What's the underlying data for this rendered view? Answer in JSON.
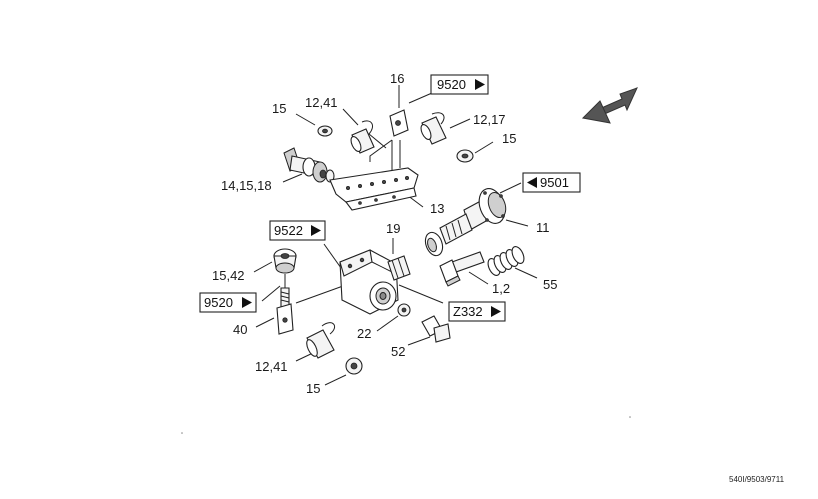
{
  "callouts": [
    {
      "id": "c16",
      "text": "16"
    },
    {
      "id": "c15_top_left",
      "text": "15"
    },
    {
      "id": "c12_41_top",
      "text": "12,41"
    },
    {
      "id": "c12_17",
      "text": "12,17"
    },
    {
      "id": "c15_top_right",
      "text": "15"
    },
    {
      "id": "c14_15_18",
      "text": "14,15,18"
    },
    {
      "id": "c13",
      "text": "13"
    },
    {
      "id": "c11",
      "text": "11"
    },
    {
      "id": "c19",
      "text": "19"
    },
    {
      "id": "c15_42",
      "text": "15,42"
    },
    {
      "id": "c55",
      "text": "55"
    },
    {
      "id": "c1_2",
      "text": "1,2"
    },
    {
      "id": "c40",
      "text": "40"
    },
    {
      "id": "c22",
      "text": "22"
    },
    {
      "id": "c52",
      "text": "52"
    },
    {
      "id": "c12_41_bottom",
      "text": "12,41"
    },
    {
      "id": "c15_bottom",
      "text": "15"
    }
  ],
  "reference_boxes": [
    {
      "id": "ref_9520_top",
      "text": "9520",
      "arrow": "right"
    },
    {
      "id": "ref_9501",
      "text": "9501",
      "arrow": "left"
    },
    {
      "id": "ref_9522",
      "text": "9522",
      "arrow": "right"
    },
    {
      "id": "ref_9520_left",
      "text": "9520",
      "arrow": "right"
    },
    {
      "id": "ref_z332",
      "text": "Z332",
      "arrow": "right"
    }
  ],
  "drawing_code": "540I/9503/9711",
  "icons": {
    "direction_arrow": "direction-arrow-icon",
    "ref_right": "triangle-right-icon",
    "ref_left": "triangle-left-icon"
  },
  "colors": {
    "ink": "#222222",
    "background": "#ffffff"
  }
}
